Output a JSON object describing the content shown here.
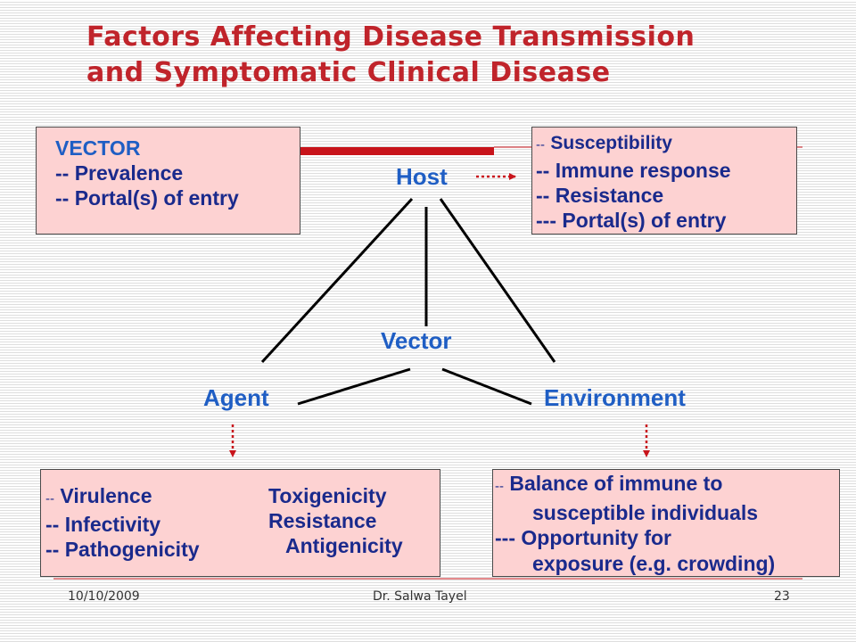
{
  "title": {
    "line1": "Factors Affecting Disease Transmission",
    "line2": "and Symptomatic Clinical Disease"
  },
  "nodes": {
    "host": "Host",
    "vector": "Vector",
    "agent": "Agent",
    "environment": "Environment"
  },
  "vector_box": {
    "heading": "VECTOR",
    "items": [
      "--  Prevalence",
      "--  Portal(s) of entry"
    ]
  },
  "host_box": {
    "items": [
      {
        "prefix": "--",
        "text": "Susceptibility"
      },
      {
        "prefix": "--",
        "text": "Immune response"
      },
      {
        "prefix": "--",
        "text": "Resistance"
      },
      {
        "prefix": "---",
        "text": "Portal(s) of entry"
      }
    ]
  },
  "agent_box": {
    "col1": [
      {
        "prefix": "--",
        "text": "Virulence"
      },
      {
        "prefix": "--",
        "text": "Infectivity"
      },
      {
        "prefix": "--",
        "text": "Pathogenicity"
      }
    ],
    "col2": [
      "Toxigenicity",
      "Resistance",
      "Antigenicity"
    ]
  },
  "environment_box": {
    "items": [
      {
        "prefix": "--",
        "text": "Balance of immune to"
      },
      {
        "prefix": "",
        "text": "susceptible individuals"
      },
      {
        "prefix": "---",
        "text": "Opportunity for"
      },
      {
        "prefix": "",
        "text": "exposure (e.g. crowding)"
      }
    ]
  },
  "footer": {
    "date": "10/10/2009",
    "author": "Dr. Salwa Tayel",
    "page": "23"
  },
  "colors": {
    "title": "#c0242b",
    "node_text": "#1f5ec4",
    "box_text": "#1a2a8c",
    "box_fill": "#fdd2d2",
    "accent_bar": "#c8141b"
  }
}
